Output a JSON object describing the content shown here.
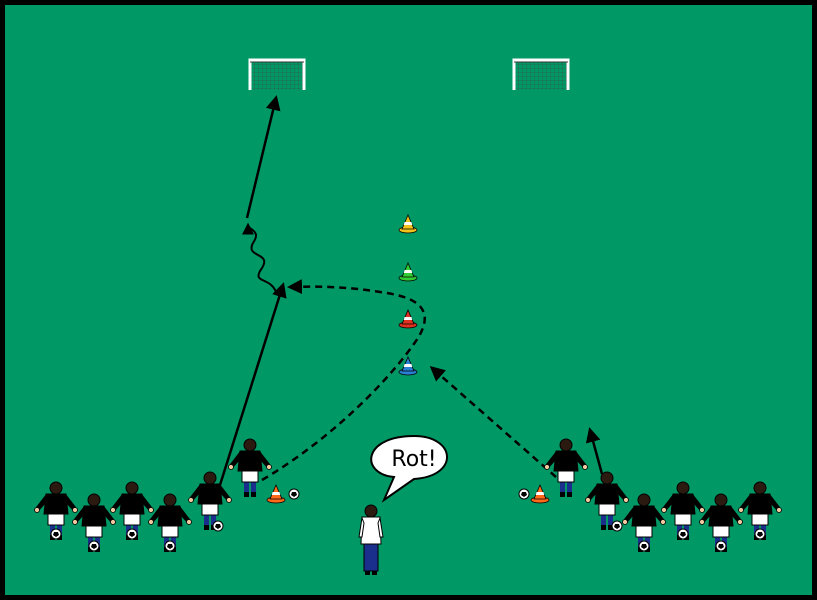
{
  "colors": {
    "field": "#009966",
    "border": "#000000",
    "team_blue": "#1a2e8c",
    "team_yellow": "#f2c21b",
    "shorts": "#ffffff",
    "socks": "#1a2e8c",
    "coach_shirt": "#ffffff",
    "coach_pants": "#1a2e8c",
    "cone_yellow": "#f2c21b",
    "cone_green": "#33cc33",
    "cone_red": "#e03020",
    "cone_blue": "#2a7fd4",
    "cone_orange": "#ff6a1a"
  },
  "speech": {
    "text": "Rot!"
  },
  "icons": {
    "goal": "goal-icon",
    "cone": "cone-icon",
    "ball": "ball-icon",
    "player": "player-icon",
    "coach": "coach-icon"
  },
  "goals": [
    {
      "name": "goal-left"
    },
    {
      "name": "goal-right"
    }
  ],
  "cones": [
    {
      "name": "cone-yellow",
      "color": "#f2c21b"
    },
    {
      "name": "cone-green",
      "color": "#33cc33"
    },
    {
      "name": "cone-red",
      "color": "#e03020"
    },
    {
      "name": "cone-blue",
      "color": "#2a7fd4"
    },
    {
      "name": "cone-orange-left",
      "color": "#ff6a1a"
    },
    {
      "name": "cone-orange-right",
      "color": "#ff6a1a"
    }
  ],
  "teams": [
    {
      "name": "blue-team",
      "shirt": "#1a2e8c",
      "players": 6
    },
    {
      "name": "yellow-team",
      "shirt": "#f2c21b",
      "players": 6
    }
  ]
}
